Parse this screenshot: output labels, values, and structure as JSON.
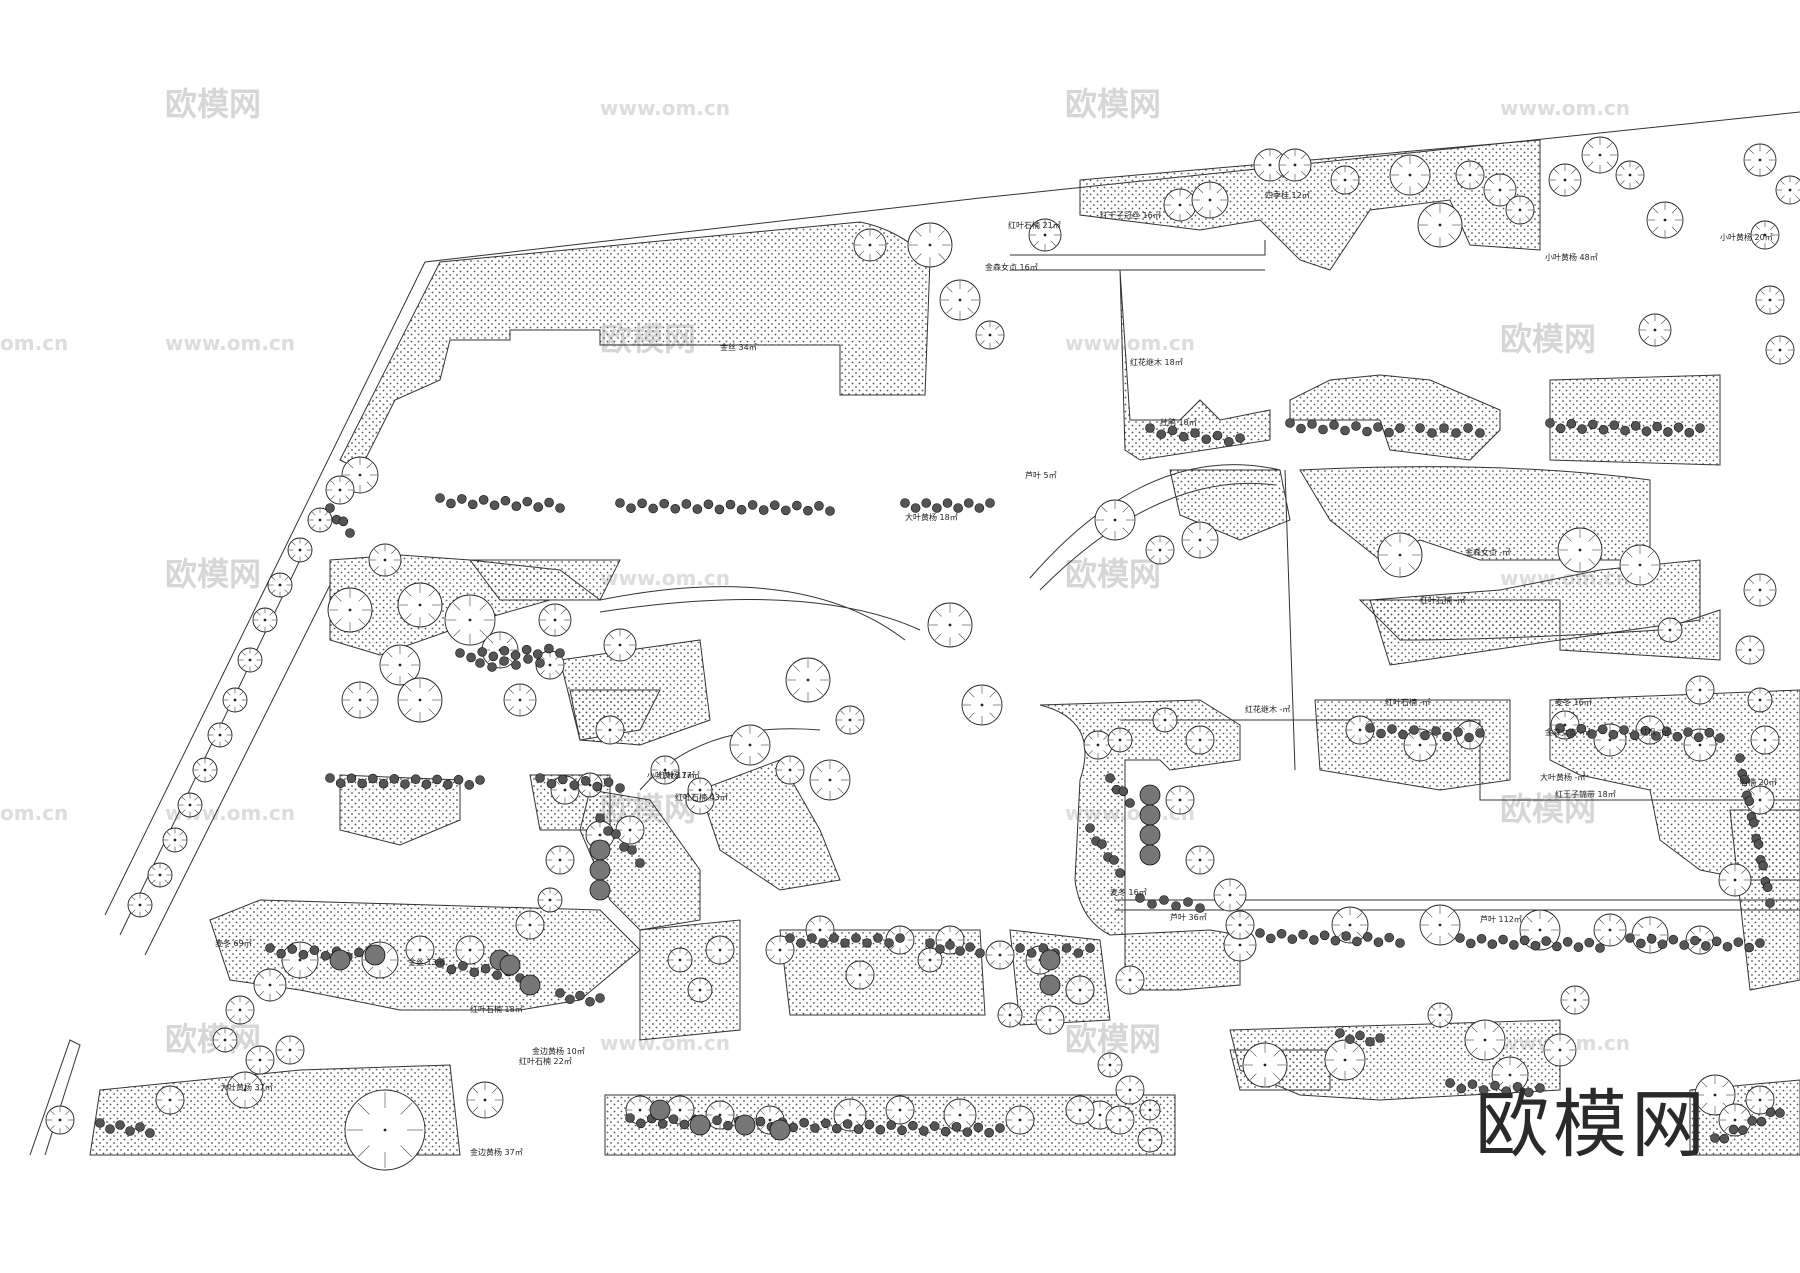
{
  "watermark": {
    "brand": "欧模网",
    "url": "www.om.cn",
    "url_short": "om.cn"
  },
  "labels": [
    "红叶石楠 21㎡",
    "红千子冠丝 16㎡",
    "四季桂 12㎡",
    "金森女贞 16㎡",
    "金丝 34㎡",
    "红花继木 18㎡",
    "杜鹃 18㎡",
    "大叶黄杨 18㎡",
    "金森女贞 -㎡",
    "红叶石楠 -㎡",
    "芦叶 5㎡",
    "红叶 17㎡",
    "小叶黄杨 17㎡",
    "红叶石楠 43㎡",
    "红花继木 -㎡",
    "麦冬 69㎡",
    "金丝 13㎡",
    "红叶石楠 18㎡",
    "红叶石楠 22㎡",
    "金边黄杨 10㎡",
    "大叶黄杨 37㎡",
    "金边黄杨 37㎡",
    "麦冬 16㎡",
    "芦叶 36㎡",
    "芦叶 112㎡",
    "红王子锦带 18㎡",
    "小叶黄杨 20㎡",
    "红枫 -㎡",
    "石楠 20㎡",
    "麦冬 16㎡",
    "金森女贞 -㎡",
    "红叶石楠 -㎡",
    "大叶黄杨 -㎡",
    "小叶黄杨 48㎡"
  ]
}
